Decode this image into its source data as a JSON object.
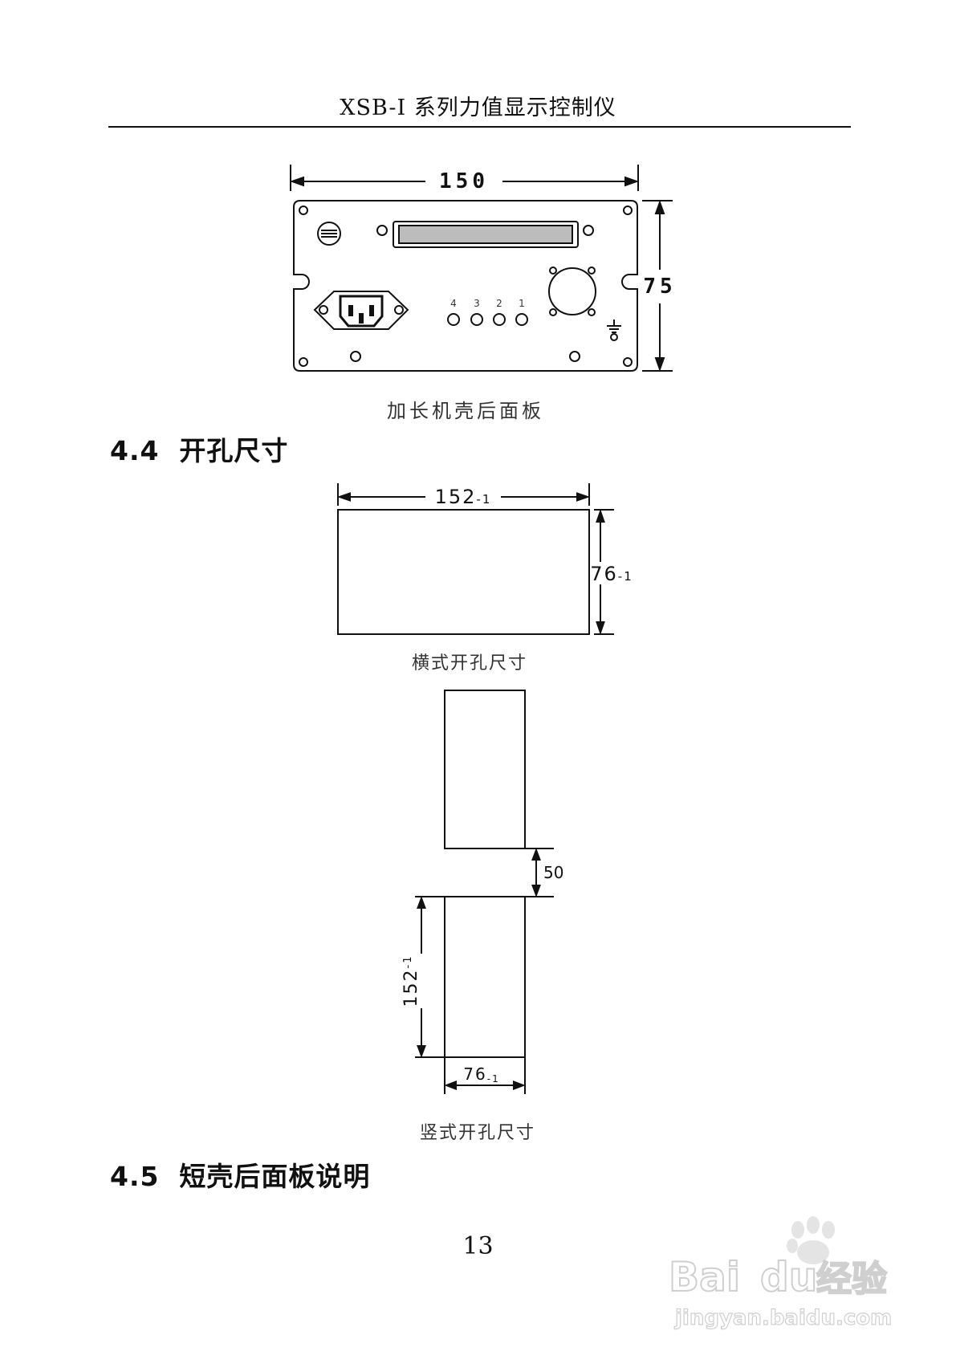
{
  "header": {
    "title": "XSB-I 系列力值显示控制仪"
  },
  "figure_rear_panel": {
    "width_dim": "150",
    "height_dim": "75",
    "led_labels": [
      "4",
      "3",
      "2",
      "1"
    ],
    "caption": "加长机壳后面板"
  },
  "section_4_4": {
    "heading": "4.4  开孔尺寸"
  },
  "figure_horizontal_cutout": {
    "width_main": "152",
    "width_tol": "-1",
    "height_main": "76",
    "height_tol": "-1",
    "caption": "横式开孔尺寸"
  },
  "figure_vertical_cutout": {
    "gap_dim": "50",
    "height_main": "152",
    "height_tol": "-1",
    "width_main": "76",
    "width_tol": "-1",
    "caption": "竖式开孔尺寸"
  },
  "section_4_5": {
    "heading": "4.5  短壳后面板说明"
  },
  "footer": {
    "page_number": "13"
  },
  "watermark": {
    "brand": "Bai",
    "brand2": "du",
    "product": "经验",
    "url": "jingyan.baidu.com"
  }
}
